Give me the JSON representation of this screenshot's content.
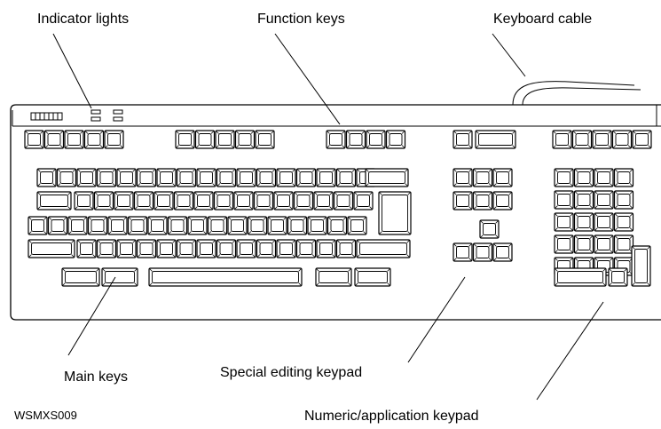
{
  "callouts": {
    "indicator_lights": "Indicator lights",
    "function_keys": "Function keys",
    "keyboard_cable": "Keyboard cable",
    "main_keys": "Main keys",
    "special_editing_keypad": "Special editing keypad",
    "numeric_application_keypad": "Numeric/application keypad"
  },
  "figure_code": "WSMXS009",
  "keyboard": {
    "indicator_icon": "led-indicator-icon",
    "cable_icon": "keyboard-cable-icon"
  }
}
